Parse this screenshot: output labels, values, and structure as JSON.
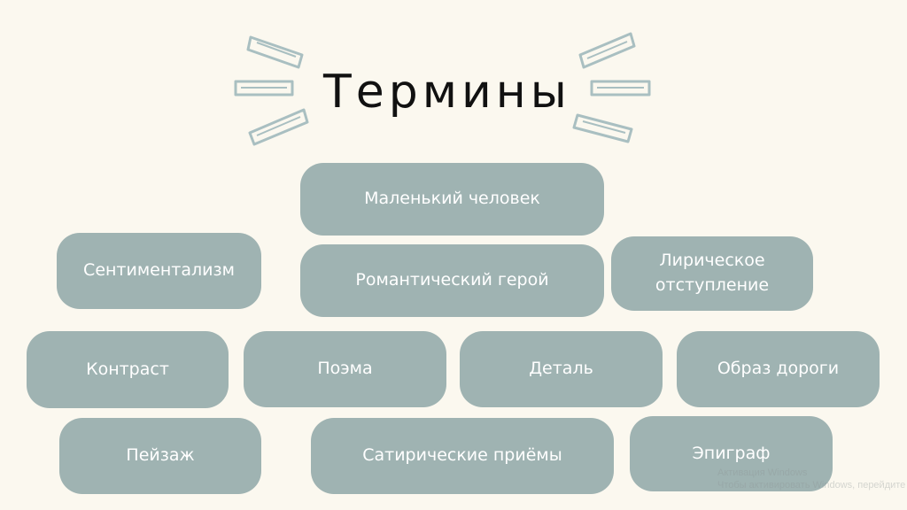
{
  "slide": {
    "title": "Термины",
    "terms": [
      "Маленький человек",
      "Сентиментализм",
      "Романтический герой",
      "Лирическое отступление",
      "Контраст",
      "Поэма",
      "Деталь",
      "Образ дороги",
      "Пейзаж",
      "Сатирические приёмы",
      "Эпиграф"
    ],
    "watermark": [
      "Активация Windows",
      "Чтобы активировать Windows, перейдите в ра"
    ]
  },
  "colors": {
    "background": "#fbf8ef",
    "box": "#9fb3b2",
    "box_text": "#ffffff",
    "title": "#111111",
    "decoration": "#a9bfc1"
  }
}
